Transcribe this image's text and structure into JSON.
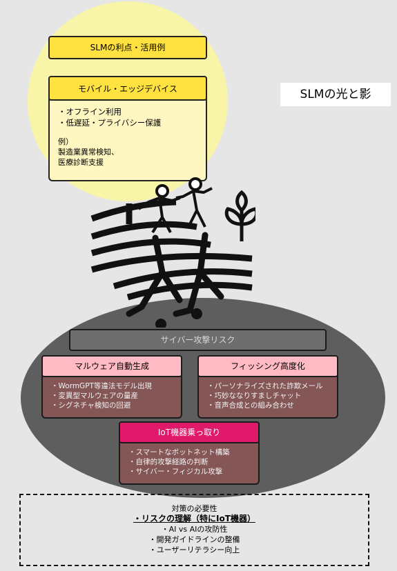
{
  "title": "SLMの光と影",
  "light": {
    "header": "SLMの利点・活用例",
    "panel_title": "モバイル・エッジデバイス",
    "bullets": [
      "・オフライン利用",
      "・低遅延・プライバシー保護"
    ],
    "example_label": "例）",
    "examples": [
      "製造業異常検知、",
      "医療診断支援"
    ]
  },
  "shadow": {
    "header": "サイバー攻撃リスク",
    "malware": {
      "title": "マルウェア自動生成",
      "items": [
        "・WormGPT等違法モデル出現",
        "・変異型マルウェアの量産",
        "・シグネチャ検知の回避"
      ]
    },
    "phishing": {
      "title": "フィッシング高度化",
      "items": [
        "・パーソナライズされた詐欺メール",
        "・巧妙ななりすましチャット",
        "・音声合成との組み合わせ"
      ]
    },
    "iot": {
      "title": "IoT機器乗っ取り",
      "items": [
        "・スマートなボットネット構築",
        "・自律的攻撃経路の判断",
        "・サイバー・フィジカル攻撃"
      ]
    }
  },
  "measures": {
    "heading": "対策の必要性",
    "emphasis": "・リスクの理解（特にIoT機器）",
    "items": [
      "・AI vs AIの攻防性",
      "・開発ガイドラインの整備",
      "・ユーザーリテラシー向上"
    ]
  },
  "colors": {
    "light_circle": "#f9f5a8",
    "yellow_header": "#ffe23f",
    "shadow_ellipse": "#5e5e5e",
    "pink_header": "#ffbac3",
    "iot_header": "#e0196a",
    "panel_dark_red": "#845656"
  },
  "icons": [
    "people-walking-icon",
    "field-hills-icon",
    "plant-icon",
    "people-shadow-icon"
  ]
}
